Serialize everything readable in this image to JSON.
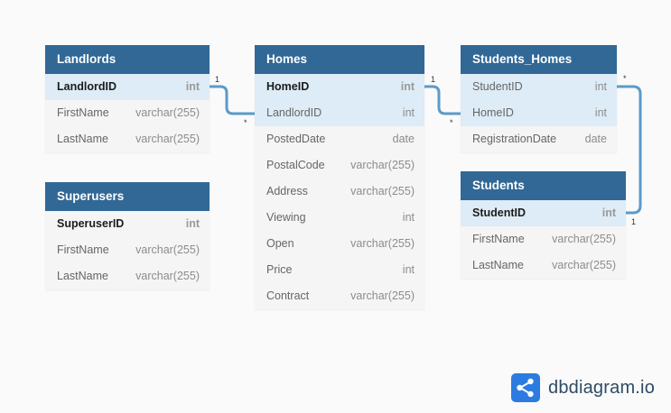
{
  "tables": {
    "landlords": {
      "name": "Landlords",
      "columns": [
        {
          "name": "LandlordID",
          "type": "int"
        },
        {
          "name": "FirstName",
          "type": "varchar(255)"
        },
        {
          "name": "LastName",
          "type": "varchar(255)"
        }
      ]
    },
    "superusers": {
      "name": "Superusers",
      "columns": [
        {
          "name": "SuperuserID",
          "type": "int"
        },
        {
          "name": "FirstName",
          "type": "varchar(255)"
        },
        {
          "name": "LastName",
          "type": "varchar(255)"
        }
      ]
    },
    "homes": {
      "name": "Homes",
      "columns": [
        {
          "name": "HomeID",
          "type": "int"
        },
        {
          "name": "LandlordID",
          "type": "int"
        },
        {
          "name": "PostedDate",
          "type": "date"
        },
        {
          "name": "PostalCode",
          "type": "varchar(255)"
        },
        {
          "name": "Address",
          "type": "varchar(255)"
        },
        {
          "name": "Viewing",
          "type": "int"
        },
        {
          "name": "Open",
          "type": "varchar(255)"
        },
        {
          "name": "Price",
          "type": "int"
        },
        {
          "name": "Contract",
          "type": "varchar(255)"
        }
      ]
    },
    "students_homes": {
      "name": "Students_Homes",
      "columns": [
        {
          "name": "StudentID",
          "type": "int"
        },
        {
          "name": "HomeID",
          "type": "int"
        },
        {
          "name": "RegistrationDate",
          "type": "date"
        }
      ]
    },
    "students": {
      "name": "Students",
      "columns": [
        {
          "name": "StudentID",
          "type": "int"
        },
        {
          "name": "FirstName",
          "type": "varchar(255)"
        },
        {
          "name": "LastName",
          "type": "varchar(255)"
        }
      ]
    }
  },
  "relations": {
    "landlord_home": {
      "one": "1",
      "many": "*"
    },
    "home_studenthome": {
      "one": "1",
      "many": "*"
    },
    "student_studenthome": {
      "one": "1",
      "many": "*"
    }
  },
  "colors": {
    "header": "#316896",
    "highlight": "#ddecf6",
    "link": "#5b9bc8",
    "brand": "#2c7be0"
  },
  "brand": {
    "label": "dbdiagram.io",
    "icon": "share-nodes-icon"
  }
}
